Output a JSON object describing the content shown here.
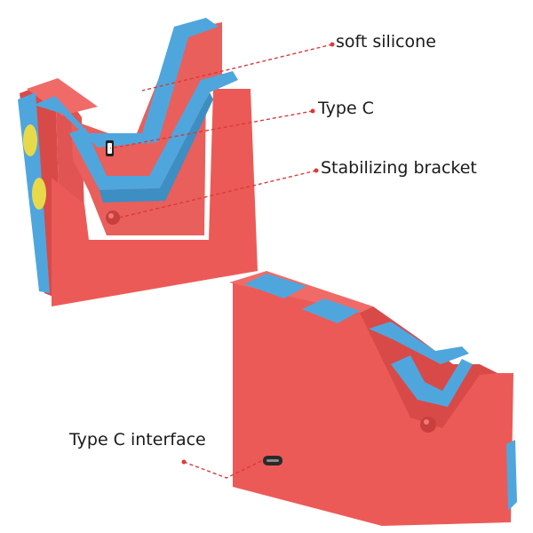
{
  "callouts": {
    "soft_silicone": "soft silicone",
    "type_c": "Type C",
    "stabilizing_bracket": "Stabilizing bracket",
    "type_c_interface": "Type C interface"
  },
  "colors": {
    "body_red": "#ec5a57",
    "body_red_dark": "#d84a48",
    "body_red_light": "#f06b68",
    "silicone_blue": "#4fa6dd",
    "button_yellow": "#e8d94a",
    "leader_line": "#d93a3a"
  }
}
